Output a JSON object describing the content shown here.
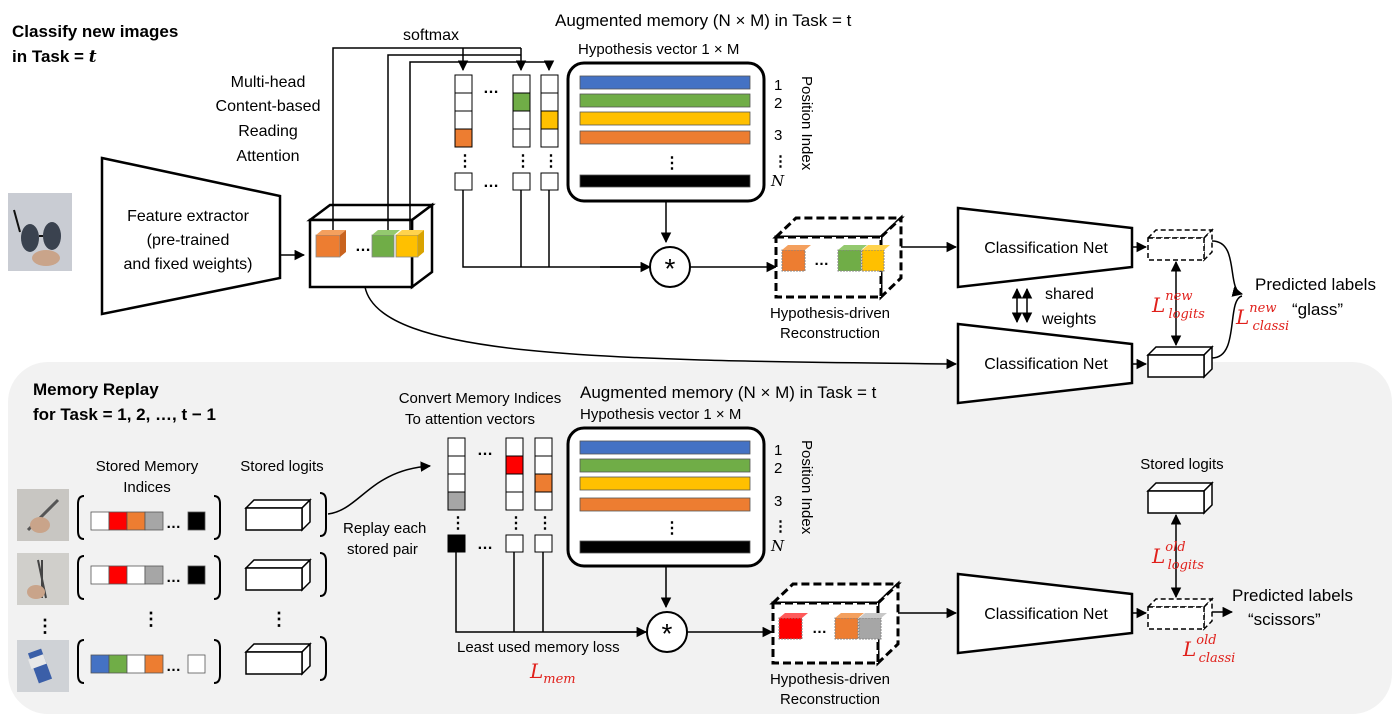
{
  "top": {
    "section_title_1": "Classify new images",
    "section_title_2": "in Task = ",
    "section_title_var": "t",
    "softmax": "softmax",
    "memory_title": "Augmented memory (N × M) in Task = t",
    "hypothesis_vector": "Hypothesis vector 1 × M",
    "attention_label": [
      "Multi-head",
      "Content-based",
      "Reading",
      "Attention"
    ],
    "feature_extractor": [
      "Feature extractor",
      "(pre-trained",
      "and fixed weights)"
    ],
    "position_numbers": [
      "1",
      "2",
      "3",
      "N"
    ],
    "position_index": "Position Index",
    "reconstruction": [
      "Hypothesis-driven",
      "Reconstruction"
    ],
    "classification_net": "Classification Net",
    "shared_weights": [
      "shared",
      "weights"
    ],
    "predicted_labels": "Predicted labels",
    "predicted_value": "“glass”",
    "loss_logits_new": {
      "base": "L",
      "sup": "new",
      "sub": "logits"
    },
    "loss_classi_new": {
      "base": "L",
      "sup": "new",
      "sub": "classi"
    }
  },
  "bottom": {
    "section_title_1": "Memory Replay",
    "section_title_2": "for Task = 1, 2, …, t − 1",
    "stored_memory_indices": [
      "Stored Memory",
      "Indices"
    ],
    "stored_logits": "Stored logits",
    "replay_pair": [
      "Replay each",
      "stored pair"
    ],
    "convert_memory": [
      "Convert Memory Indices",
      "To attention vectors"
    ],
    "memory_title": "Augmented memory (N × M) in Task = t",
    "hypothesis_vector": "Hypothesis vector 1 × M",
    "position_numbers": [
      "1",
      "2",
      "3",
      "N"
    ],
    "position_index": "Position Index",
    "least_used_loss": "Least used memory loss",
    "loss_mem": {
      "base": "L",
      "sub": "mem"
    },
    "reconstruction": [
      "Hypothesis-driven",
      "Reconstruction"
    ],
    "classification_net": "Classification Net",
    "stored_logits_right": "Stored logits",
    "loss_logits_old": {
      "base": "L",
      "sup": "old",
      "sub": "logits"
    },
    "loss_classi_old": {
      "base": "L",
      "sup": "old",
      "sub": "classi"
    },
    "predicted_labels": "Predicted labels",
    "predicted_value": "“scissors”"
  },
  "colors": {
    "blue": "#4472c4",
    "green": "#70ad47",
    "yellow": "#ffc000",
    "orange": "#ed7d31",
    "red": "#ff0000",
    "gray": "#a6a6a6",
    "black": "#000000",
    "panel": "#f2f2f2",
    "loss_red": "#e0201b"
  }
}
